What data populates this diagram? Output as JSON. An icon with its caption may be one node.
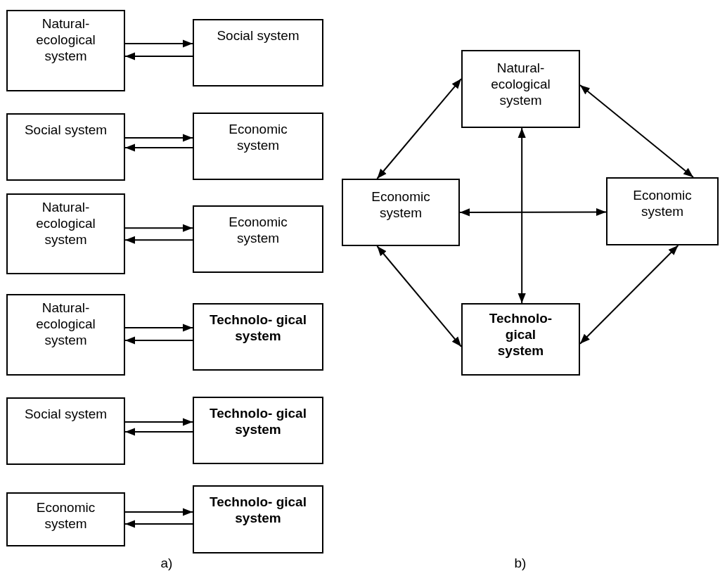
{
  "diagram": {
    "nodes": [
      {
        "text": [
          "Natural- ecological system"
        ]
      },
      {
        "text": [
          "Social system"
        ]
      },
      {
        "text": [
          "Social system"
        ]
      },
      {
        "text": [
          "Economic system"
        ]
      },
      {
        "text": [
          "Natural- ecological system"
        ]
      },
      {
        "text": [
          "Economic system"
        ]
      },
      {
        "text": [
          "Natural- ecological system"
        ]
      },
      {
        "text": [
          "Technolo- gical system"
        ]
      },
      {
        "text": [
          "Social system"
        ]
      },
      {
        "text": [
          "Technolo- gical system"
        ]
      },
      {
        "text": [
          "Economic system"
        ]
      },
      {
        "text": [
          "Technolo- gical system"
        ]
      },
      {
        "text": [
          "Natural- ecological system"
        ]
      },
      {
        "text": [
          "Economic system"
        ]
      },
      {
        "text": [
          "Economic system"
        ]
      },
      {
        "text": [
          "Technolo- gical system"
        ]
      }
    ],
    "edges": [
      {
        "from": 0,
        "to": 1,
        "arrow": "to"
      },
      {
        "from": 1,
        "to": 0,
        "arrow": "to"
      },
      {
        "from": 2,
        "to": 3,
        "arrow": "to"
      },
      {
        "from": 3,
        "to": 2,
        "arrow": "to"
      },
      {
        "from": 4,
        "to": 5,
        "arrow": "to"
      },
      {
        "from": 5,
        "to": 4,
        "arrow": "to"
      },
      {
        "from": 6,
        "to": 7,
        "arrow": "to"
      },
      {
        "from": 7,
        "to": 6,
        "arrow": "to"
      },
      {
        "from": 8,
        "to": 9,
        "arrow": "to"
      },
      {
        "from": 9,
        "to": 8,
        "arrow": "to"
      },
      {
        "from": 10,
        "to": 11,
        "arrow": "to"
      },
      {
        "from": 11,
        "to": 10,
        "arrow": "to"
      },
      {
        "from": 13,
        "to": 12,
        "arrow": "both"
      },
      {
        "from": 12,
        "to": 14,
        "arrow": "both"
      },
      {
        "from": 12,
        "to": 15,
        "arrow": "both"
      },
      {
        "from": 13,
        "to": 14,
        "arrow": "both"
      },
      {
        "from": 13,
        "to": 15,
        "arrow": "both"
      },
      {
        "from": 14,
        "to": 15,
        "arrow": "both"
      }
    ],
    "labels": [
      "a)",
      "b)"
    ]
  }
}
